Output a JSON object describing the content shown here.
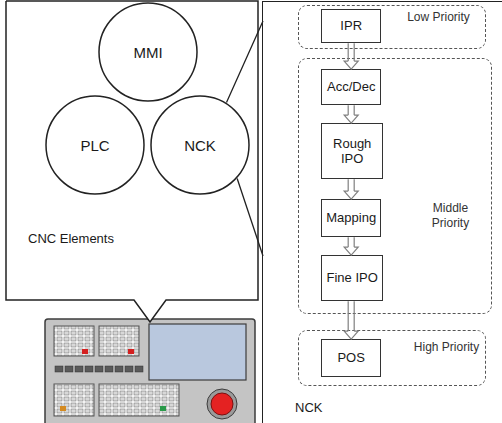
{
  "diagram": {
    "nodes": [
      {
        "text": [
          "CNC Elements"
        ]
      },
      {
        "text": [
          "MMI"
        ],
        "in": 0
      },
      {
        "text": [
          "PLC"
        ],
        "in": 0
      },
      {
        "text": [
          "NCK"
        ],
        "in": 0
      },
      {
        "text": [
          "NCK"
        ]
      },
      {
        "text": [
          "Low Priority"
        ],
        "in": 4
      },
      {
        "text": [
          "IPR"
        ],
        "in": 5
      },
      {
        "text": [
          "Middle Priority"
        ],
        "in": 4
      },
      {
        "text": [
          "Acc/Dec"
        ],
        "in": 7
      },
      {
        "text": [
          "Rough IPO"
        ],
        "in": 7
      },
      {
        "text": [
          "Mapping"
        ],
        "in": 7
      },
      {
        "text": [
          "Fine IPO"
        ],
        "in": 7
      },
      {
        "text": [
          "High Priority"
        ],
        "in": 4
      },
      {
        "text": [
          "POS"
        ],
        "in": 12
      }
    ],
    "edges": [
      {
        "from": 3,
        "to": 4,
        "arrow": "none"
      },
      {
        "from": 6,
        "to": 8,
        "arrow": "to"
      },
      {
        "from": 8,
        "to": 9,
        "arrow": "to"
      },
      {
        "from": 9,
        "to": 10,
        "arrow": "to"
      },
      {
        "from": 10,
        "to": 11,
        "arrow": "to"
      },
      {
        "from": 11,
        "to": 13,
        "arrow": "to"
      }
    ]
  }
}
